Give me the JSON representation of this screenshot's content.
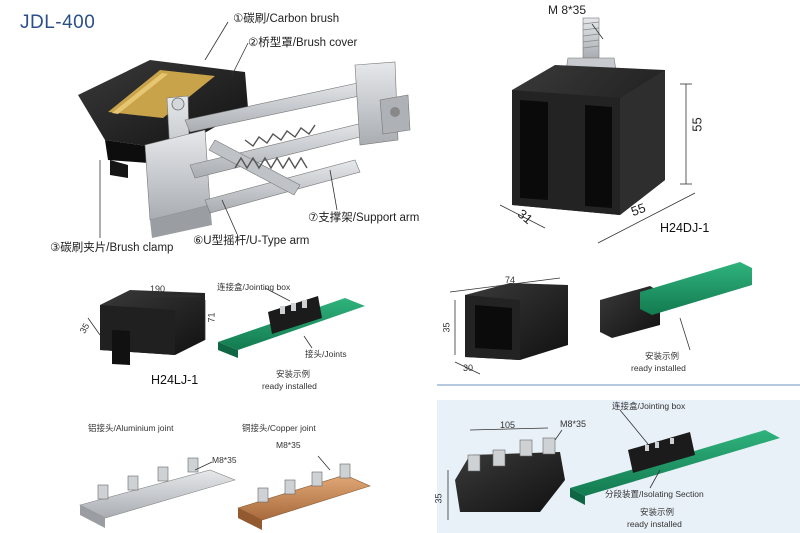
{
  "title": "JDL-400",
  "labels": {
    "carbon_brush": "①碳刷/Carbon brush",
    "brush_cover": "②桥型罩/Brush cover",
    "brush_clamp": "③碳刷夹片/Brush clamp",
    "u_type_arm": "⑥U型摇杆/U-Type arm",
    "support_arm": "⑦支撑架/Support arm",
    "jointing_box_top": "连接盒/Jointing box",
    "joints": "接头/Joints",
    "ready_installed_1": "安装示例",
    "ready_installed_1b": "ready installed",
    "ready_installed_2": "安装示例",
    "ready_installed_2b": "ready installed",
    "aluminium_joint": "铝接头/Aluminium joint",
    "copper_joint": "铜接头/Copper joint",
    "jointing_box_bottom": "连接盒/Jointing box",
    "isolating_section": "分段装置/Isolating Section",
    "ready_installed_3": "安装示例",
    "ready_installed_3b": "ready installed"
  },
  "models": {
    "h24dj": "H24DJ-1",
    "h24lj": "H24LJ-1"
  },
  "dimensions": {
    "bolt_top": "M 8*35",
    "dj_height": "55",
    "dj_width": "55",
    "dj_depth": "31",
    "lj_length": "190",
    "lj_height": "71",
    "lj_depth": "35",
    "sq_width": "74",
    "sq_height": "35",
    "sq_depth": "30",
    "al_bolt": "M8*35",
    "cu_bolt": "M8*35",
    "box_length": "105",
    "box_height": "35",
    "box_bolt": "M8*35"
  },
  "colors": {
    "title": "#2b4f8a",
    "rail_green": "#1f9a6a",
    "copper": "#c98a55",
    "aluminium": "#c9ccd0",
    "black_part": "#1b1b1b",
    "panel_bg": "#e9f1f8",
    "divider": "#9fb7d3"
  }
}
